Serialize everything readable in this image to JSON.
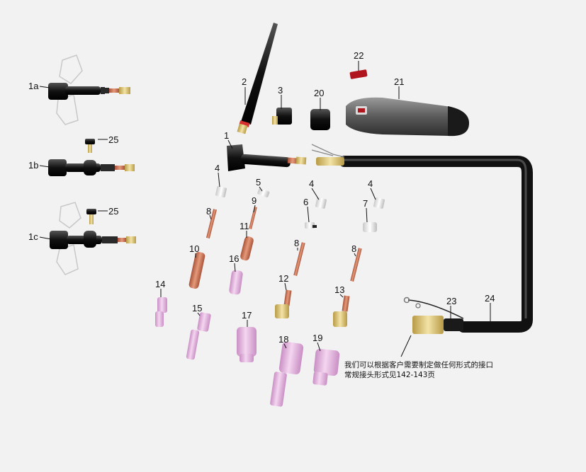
{
  "colors": {
    "background": "#f2f2f2",
    "cable": "#1e1e1e",
    "copper": "#c56a4a",
    "brass": "#d8c27a",
    "ceramic_pink": "#e2b3dc",
    "ceramic_white": "#eeeeee",
    "handle_grey": "#6e6e6e",
    "switch_red": "#b0151d"
  },
  "callouts": {
    "p1a": "1a",
    "p1b": "1b",
    "p1c": "1c",
    "p1": "1",
    "p2": "2",
    "p3": "3",
    "p4a": "4",
    "p4b": "4",
    "p4c": "4",
    "p5": "5",
    "p6": "6",
    "p7": "7",
    "p8a": "8",
    "p8b": "8",
    "p8c": "8",
    "p9": "9",
    "p10": "10",
    "p11": "11",
    "p12": "12",
    "p13": "13",
    "p14": "14",
    "p15": "15",
    "p16": "16",
    "p17": "17",
    "p18": "18",
    "p19": "19",
    "p20": "20",
    "p21": "21",
    "p22": "22",
    "p23": "23",
    "p24": "24",
    "p25a": "25",
    "p25b": "25"
  },
  "note": {
    "line1": "我们可以根据客户需要制定做任何形式的接口",
    "line2": "常规接头形式见142-143页"
  }
}
